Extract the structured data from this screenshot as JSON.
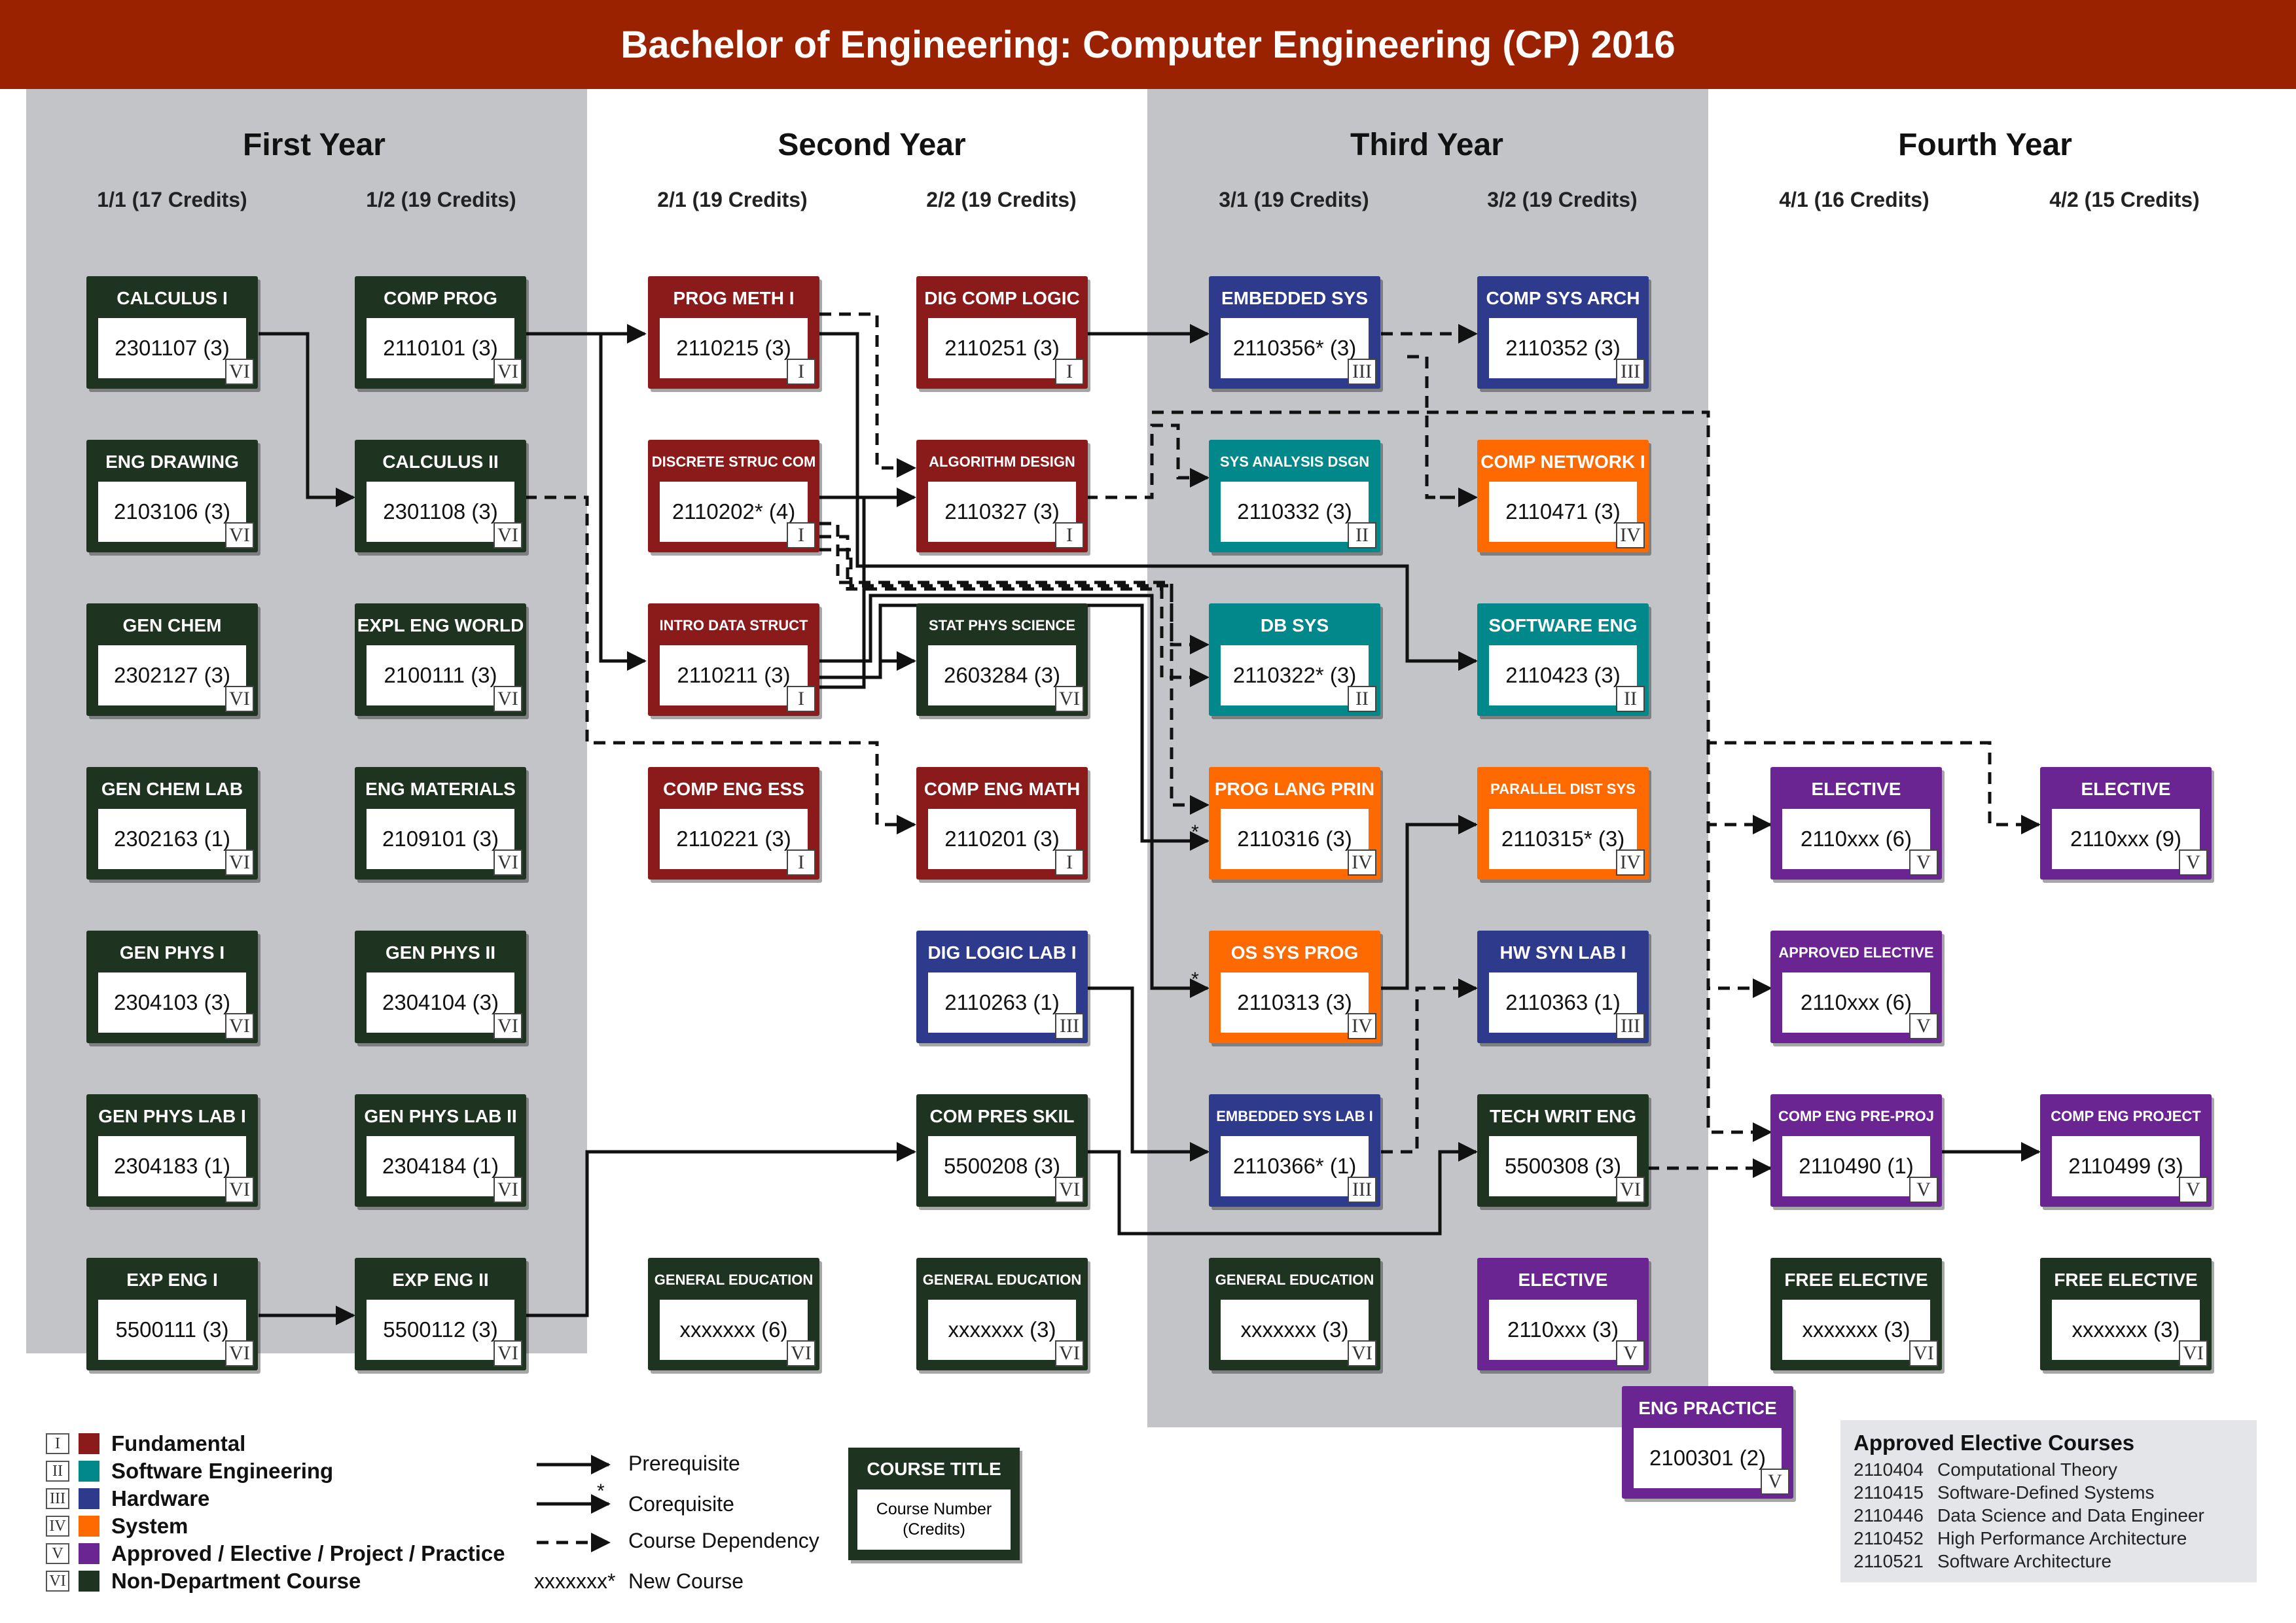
{
  "title": "Bachelor of Engineering: Computer Engineering (CP) 2016",
  "years": [
    "First Year",
    "Second Year",
    "Third Year",
    "Fourth Year"
  ],
  "semesters": [
    "1/1 (17 Credits)",
    "1/2 (19 Credits)",
    "2/1 (19 Credits)",
    "2/2 (19 Credits)",
    "3/1 (19 Credits)",
    "3/2 (19 Credits)",
    "4/1 (16 Credits)",
    "4/2 (15 Credits)"
  ],
  "colors": {
    "1": "#8b1a1a",
    "2": "#00888a",
    "3": "#2e3a8c",
    "4": "#ff6a00",
    "5": "#6a2593",
    "6": "#1e3320",
    "title_bar": "#9b2200",
    "year_band": "#c2c4c7"
  },
  "courses": [
    {
      "id": "calc1",
      "title": "CALCULUS I",
      "number": "2301107 (3)",
      "roman": "VI",
      "cat": 6
    },
    {
      "id": "engdraw",
      "title": "ENG DRAWING",
      "number": "2103106 (3)",
      "roman": "VI",
      "cat": 6
    },
    {
      "id": "genchem",
      "title": "GEN CHEM",
      "number": "2302127 (3)",
      "roman": "VI",
      "cat": 6
    },
    {
      "id": "genchemlab",
      "title": "GEN CHEM LAB",
      "number": "2302163 (1)",
      "roman": "VI",
      "cat": 6
    },
    {
      "id": "genphys1",
      "title": "GEN PHYS I",
      "number": "2304103 (3)",
      "roman": "VI",
      "cat": 6
    },
    {
      "id": "genphyslab1",
      "title": "GEN PHYS LAB I",
      "number": "2304183 (1)",
      "roman": "VI",
      "cat": 6
    },
    {
      "id": "expeng1",
      "title": "EXP ENG I",
      "number": "5500111 (3)",
      "roman": "VI",
      "cat": 6
    },
    {
      "id": "compprog",
      "title": "COMP PROG",
      "number": "2110101 (3)",
      "roman": "VI",
      "cat": 6
    },
    {
      "id": "calc2",
      "title": "CALCULUS II",
      "number": "2301108 (3)",
      "roman": "VI",
      "cat": 6
    },
    {
      "id": "explengworld",
      "title": "EXPL ENG WORLD",
      "number": "2100111 (3)",
      "roman": "VI",
      "cat": 6
    },
    {
      "id": "engmat",
      "title": "ENG MATERIALS",
      "number": "2109101 (3)",
      "roman": "VI",
      "cat": 6
    },
    {
      "id": "genphys2",
      "title": "GEN PHYS II",
      "number": "2304104 (3)",
      "roman": "VI",
      "cat": 6
    },
    {
      "id": "genphyslab2",
      "title": "GEN PHYS LAB II",
      "number": "2304184 (1)",
      "roman": "VI",
      "cat": 6
    },
    {
      "id": "expeng2",
      "title": "EXP ENG II",
      "number": "5500112 (3)",
      "roman": "VI",
      "cat": 6
    },
    {
      "id": "progmeth1",
      "title": "PROG METH I",
      "number": "2110215 (3)",
      "roman": "I",
      "cat": 1
    },
    {
      "id": "discrete",
      "title": "DISCRETE STRUC COM",
      "number": "2110202* (4)",
      "roman": "I",
      "cat": 1
    },
    {
      "id": "introds",
      "title": "INTRO DATA STRUCT",
      "number": "2110211 (3)",
      "roman": "I",
      "cat": 1
    },
    {
      "id": "compeng_ess",
      "title": "COMP ENG ESS",
      "number": "2110221 (3)",
      "roman": "I",
      "cat": 1
    },
    {
      "id": "gened21",
      "title": "GENERAL EDUCATION",
      "number": "xxxxxxx (6)",
      "roman": "VI",
      "cat": 6
    },
    {
      "id": "digcomplogic",
      "title": "DIG COMP LOGIC",
      "number": "2110251 (3)",
      "roman": "I",
      "cat": 1
    },
    {
      "id": "algo",
      "title": "ALGORITHM DESIGN",
      "number": "2110327 (3)",
      "roman": "I",
      "cat": 1
    },
    {
      "id": "statphys",
      "title": "STAT PHYS SCIENCE",
      "number": "2603284 (3)",
      "roman": "VI",
      "cat": 6
    },
    {
      "id": "compengmath",
      "title": "COMP ENG MATH",
      "number": "2110201 (3)",
      "roman": "I",
      "cat": 1
    },
    {
      "id": "diglogiclab1",
      "title": "DIG LOGIC LAB I",
      "number": "2110263 (1)",
      "roman": "III",
      "cat": 3
    },
    {
      "id": "compres",
      "title": "COM PRES SKIL",
      "number": "5500208 (3)",
      "roman": "VI",
      "cat": 6
    },
    {
      "id": "gened22",
      "title": "GENERAL EDUCATION",
      "number": "xxxxxxx (3)",
      "roman": "VI",
      "cat": 6
    },
    {
      "id": "embsys",
      "title": "EMBEDDED SYS",
      "number": "2110356* (3)",
      "roman": "III",
      "cat": 3
    },
    {
      "id": "sysanalysis",
      "title": "SYS ANALYSIS DSGN",
      "number": "2110332 (3)",
      "roman": "II",
      "cat": 2
    },
    {
      "id": "dbsys",
      "title": "DB SYS",
      "number": "2110322* (3)",
      "roman": "II",
      "cat": 2
    },
    {
      "id": "proglang",
      "title": "PROG LANG PRIN",
      "number": "2110316 (3)",
      "roman": "IV",
      "cat": 4
    },
    {
      "id": "ossys",
      "title": "OS SYS PROG",
      "number": "2110313 (3)",
      "roman": "IV",
      "cat": 4
    },
    {
      "id": "embsyslab",
      "title": "EMBEDDED SYS LAB I",
      "number": "2110366* (1)",
      "roman": "III",
      "cat": 3
    },
    {
      "id": "gened31",
      "title": "GENERAL EDUCATION",
      "number": "xxxxxxx (3)",
      "roman": "VI",
      "cat": 6
    },
    {
      "id": "compsysarch",
      "title": "COMP SYS ARCH",
      "number": "2110352 (3)",
      "roman": "III",
      "cat": 3
    },
    {
      "id": "compnet",
      "title": "COMP NETWORK I",
      "number": "2110471 (3)",
      "roman": "IV",
      "cat": 4
    },
    {
      "id": "softeng",
      "title": "SOFTWARE ENG",
      "number": "2110423 (3)",
      "roman": "II",
      "cat": 2
    },
    {
      "id": "paralleldist",
      "title": "PARALLEL DIST SYS",
      "number": "2110315* (3)",
      "roman": "IV",
      "cat": 4
    },
    {
      "id": "hwsynlab",
      "title": "HW SYN LAB I",
      "number": "2110363 (1)",
      "roman": "III",
      "cat": 3
    },
    {
      "id": "techwrit",
      "title": "TECH WRIT ENG",
      "number": "5500308 (3)",
      "roman": "VI",
      "cat": 6
    },
    {
      "id": "elective32",
      "title": "ELECTIVE",
      "number": "2110xxx (3)",
      "roman": "V",
      "cat": 5
    },
    {
      "id": "engpractice",
      "title": "ENG PRACTICE",
      "number": "2100301 (2)",
      "roman": "V",
      "cat": 5
    },
    {
      "id": "elective41",
      "title": "ELECTIVE",
      "number": "2110xxx (6)",
      "roman": "V",
      "cat": 5
    },
    {
      "id": "approvedelective",
      "title": "APPROVED ELECTIVE",
      "number": "2110xxx (6)",
      "roman": "V",
      "cat": 5
    },
    {
      "id": "preproj",
      "title": "COMP ENG PRE-PROJ",
      "number": "2110490 (1)",
      "roman": "V",
      "cat": 5
    },
    {
      "id": "freeelective41",
      "title": "FREE ELECTIVE",
      "number": "xxxxxxx (3)",
      "roman": "VI",
      "cat": 6
    },
    {
      "id": "elective42",
      "title": "ELECTIVE",
      "number": "2110xxx (9)",
      "roman": "V",
      "cat": 5
    },
    {
      "id": "project",
      "title": "COMP ENG PROJECT",
      "number": "2110499 (3)",
      "roman": "V",
      "cat": 5
    },
    {
      "id": "freeelective42",
      "title": "FREE ELECTIVE",
      "number": "xxxxxxx (3)",
      "roman": "VI",
      "cat": 6
    }
  ],
  "legend": {
    "categories": [
      {
        "roman": "I",
        "label": "Fundamental",
        "cat": 1
      },
      {
        "roman": "II",
        "label": "Software Engineering",
        "cat": 2
      },
      {
        "roman": "III",
        "label": "Hardware",
        "cat": 3
      },
      {
        "roman": "IV",
        "label": "System",
        "cat": 4
      },
      {
        "roman": "V",
        "label": "Approved / Elective / Project / Practice",
        "cat": 5
      },
      {
        "roman": "VI",
        "label": "Non-Department Course",
        "cat": 6
      }
    ],
    "prerequisite": "Prerequisite",
    "corequisite": "Corequisite",
    "corequisite_mark": "*",
    "dependency": "Course Dependency",
    "new_course_code": "xxxxxxx*",
    "new_course": "New Course",
    "sample_title": "COURSE TITLE",
    "sample_line1": "Course Number",
    "sample_line2": "(Credits)"
  },
  "approved_electives": {
    "heading": "Approved Elective Courses",
    "items": [
      {
        "code": "2110404",
        "name": "Computational Theory"
      },
      {
        "code": "2110415",
        "name": "Software-Defined Systems"
      },
      {
        "code": "2110446",
        "name": "Data Science and Data Engineer"
      },
      {
        "code": "2110452",
        "name": "High Performance Architecture"
      },
      {
        "code": "2110521",
        "name": "Software Architecture"
      }
    ]
  },
  "corequisite_marks": [
    "*",
    "*"
  ]
}
